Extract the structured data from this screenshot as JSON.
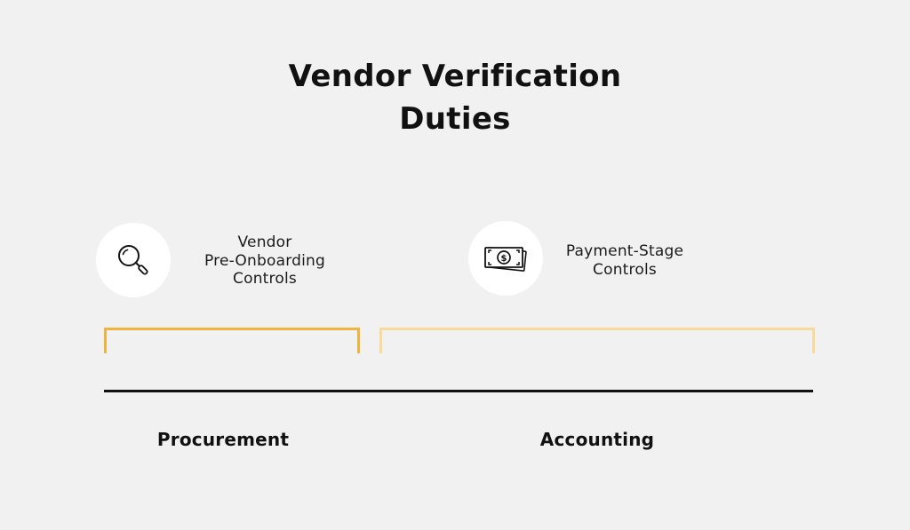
{
  "title": {
    "line1": "Vendor Verification",
    "line2": "Duties"
  },
  "controls": [
    {
      "icon": "magnifier-icon",
      "label_lines": [
        "Vendor",
        "Pre-Onboarding",
        "Controls"
      ]
    },
    {
      "icon": "cash-icon",
      "label_lines": [
        "Payment-Stage",
        "Controls"
      ]
    }
  ],
  "departments": [
    {
      "label": "Procurement",
      "bracket_color": "#f0b43c"
    },
    {
      "label": "Accounting",
      "bracket_color": "#fad99b"
    }
  ],
  "colors": {
    "background": "#f1f1f1",
    "timeline": "#111111",
    "icon_circle": "#ffffff"
  }
}
